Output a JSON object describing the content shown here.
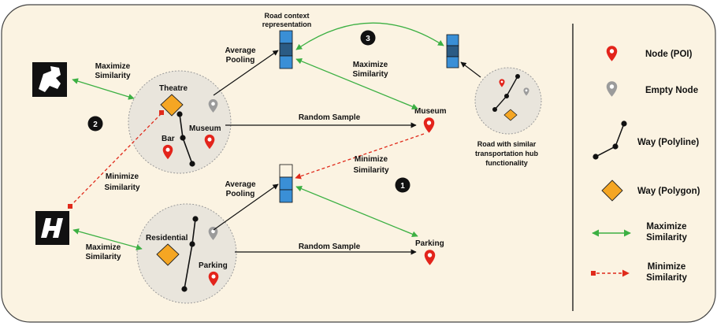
{
  "colors": {
    "background": "#fbf3e2",
    "circle_fill": "#e9e5dc",
    "circle_stroke": "#9a9a9a",
    "maximize": "#3cb043",
    "minimize": "#e02a1b",
    "poi_red": "#e3241b",
    "poi_gray": "#9b9b9b",
    "polygon": "#f5a623",
    "vec_light": "#3a8fd6",
    "vec_dark": "#2b5b84"
  },
  "icons": [
    "location-pin-icon",
    "empty-pin-icon",
    "polyline-icon",
    "polygon-icon",
    "road-image-icon"
  ],
  "labels": {
    "road_context_1": "Road context",
    "road_context_2": "representation",
    "average_pooling_1": "Average",
    "average_pooling_2": "Pooling",
    "maximize_1": "Maximize",
    "maximize_2": "Similarity",
    "minimize_1": "Minimize",
    "minimize_2": "Similarity",
    "random_sample": "Random Sample",
    "theatre": "Theatre",
    "museum": "Museum",
    "bar": "Bar",
    "residential": "Residential",
    "parking": "Parking",
    "similar_road_1": "Road with similar",
    "similar_road_2": "transportation hub",
    "similar_road_3": "functionality",
    "badge_1": "1",
    "badge_2": "2",
    "badge_3": "3"
  },
  "legend": {
    "node_poi": "Node (POI)",
    "empty_node": "Empty Node",
    "way_polyline": "Way (Polyline)",
    "way_polygon": "Way (Polygon)",
    "maximize_1": "Maximize",
    "maximize_2": "Similarity",
    "minimize_1": "Minimize",
    "minimize_2": "Similarity"
  }
}
